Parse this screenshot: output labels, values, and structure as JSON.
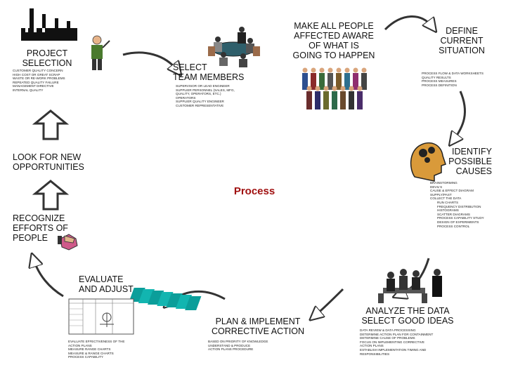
{
  "title": "Process",
  "steps": {
    "project_selection": {
      "heading": [
        "PROJECT",
        "SELECTION"
      ],
      "bullets": [
        "CUSTOMER QUALITY CONCERN",
        "HIGH COST OR GREAT SCRAP",
        "WASTE OR RE-WORK PROBLEMS",
        "REPEATED QUALITY FAILURE",
        "MANAGEMENT DIRECTIVE",
        "INTERNAL QUALITY"
      ]
    },
    "select_team": {
      "heading": [
        "SELECT",
        "TEAM MEMBERS"
      ],
      "bullets": [
        "SUPERVISOR OR LEAD ENGINEER",
        "SUPPLIER PERSONNEL (SALES, MFG,",
        "QUALITY, OPERATORS, ETC.)",
        "OPERATORS",
        "SUPPLIER QUALITY ENGINEER",
        "CUSTOMER REPRESENTATIVE"
      ]
    },
    "make_aware": {
      "heading": [
        "MAKE ALL PEOPLE",
        "AFFECTED AWARE",
        "OF WHAT IS",
        "GOING TO HAPPEN"
      ]
    },
    "define_situation": {
      "heading": [
        "DEFINE",
        "CURRENT",
        "SITUATION"
      ],
      "bullets": [
        "PROCESS FLOW & DATA WORKSHEETS",
        "QUALITY RESULTS",
        "PROCESS MEASURES",
        "PROCESS DEFINITION"
      ]
    },
    "identify_causes": {
      "heading": [
        "IDENTIFY",
        "POSSIBLE",
        "CAUSES"
      ],
      "bullets": [
        {
          "text": "BRAINSTORMING",
          "sub": false
        },
        {
          "text": "DEVIL'S",
          "sub": false
        },
        {
          "text": "CAUSE & EFFECT DIAGRAM",
          "sub": false
        },
        {
          "text": "SUPPLY/PAST",
          "sub": false
        },
        {
          "text": "COLLECT THE DATA",
          "sub": false
        },
        {
          "text": "RUN CHARTS",
          "sub": true
        },
        {
          "text": "FREQUENCY DISTRIBUTION",
          "sub": true
        },
        {
          "text": "HISTOGRAMS",
          "sub": true
        },
        {
          "text": "SCATTER DIAGRAMS",
          "sub": true
        },
        {
          "text": "PROCESS CAPABILITY STUDY",
          "sub": true
        },
        {
          "text": "DESIGN OF EXPERIMENTS",
          "sub": true
        },
        {
          "text": "PROCESS CONTROL",
          "sub": true
        }
      ]
    },
    "analyze_data": {
      "heading": [
        "ANALYZE THE DATA",
        "SELECT GOOD IDEAS"
      ],
      "bullets": [
        "DATA REVIEW & DATA PROCESSING",
        "DETERMINE ACTION PLAN FOR CONTAINMENT",
        "DETERMINE CAUSE OF PROBLEMS",
        "FOCUS ON IMPLEMENTING CORRECTIVE",
        "ACTION PLANS",
        "ESTABLISH IMPLEMENTATION TIMING AND",
        "RESPONSIBILITIES"
      ]
    },
    "plan_implement": {
      "heading": [
        "PLAN & IMPLEMENT",
        "CORRECTIVE ACTION"
      ],
      "bullets": [
        "BASED ON PRIORITY OF KNOWLEDGE",
        "UNDERSTAND & PRODUCE",
        "ACTION PLANS PROCEDURE"
      ]
    },
    "evaluate": {
      "heading": [
        "EVALUATE",
        "AND ADJUST"
      ],
      "bullets": [
        "EVALUATE EFFECTIVENESS OF THE",
        "ACTION PLANS",
        "MEASURE RANGE CHARTS",
        "MEASURE & RANGE CHARTS",
        "PROCESS CAPABILITY"
      ]
    },
    "recognize": {
      "heading": [
        "RECOGNIZE",
        "EFFORTS OF",
        "PEOPLE"
      ]
    },
    "opportunities": {
      "heading": [
        "LOOK FOR NEW",
        "OPPORTUNITIES"
      ]
    }
  },
  "icons": [
    "factory-icon",
    "presenter-icon",
    "meeting-icon",
    "people-crowd-icon",
    "thinking-head-icon",
    "analysis-team-icon",
    "documents-icon",
    "chart-worksheet-icon",
    "handshake-icon",
    "up-arrow-icon",
    "curved-arrow-icon"
  ]
}
